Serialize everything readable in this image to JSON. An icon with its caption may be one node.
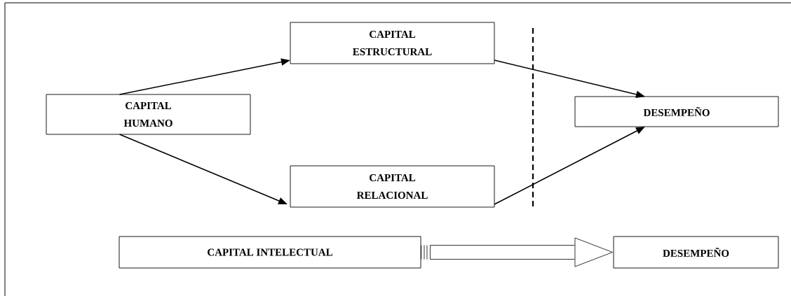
{
  "diagram": {
    "nodes": [
      {
        "text": [
          "CAPITAL HUMANO"
        ]
      },
      {
        "text": [
          "CAPITAL ESTRUCTURAL"
        ]
      },
      {
        "text": [
          "CAPITAL RELACIONAL"
        ]
      },
      {
        "text": [
          "DESEMPEÑO"
        ]
      },
      {
        "text": [
          "CAPITAL INTELECTUAL"
        ]
      },
      {
        "text": [
          "DESEMPEÑO"
        ]
      }
    ],
    "edges": [
      {
        "from": 0,
        "to": 1,
        "arrow": "to"
      },
      {
        "from": 0,
        "to": 2,
        "arrow": "to"
      },
      {
        "from": 1,
        "to": 3,
        "arrow": "to"
      },
      {
        "from": 2,
        "to": 3,
        "arrow": "to"
      },
      {
        "from": 4,
        "to": 5,
        "arrow": "to"
      }
    ]
  }
}
